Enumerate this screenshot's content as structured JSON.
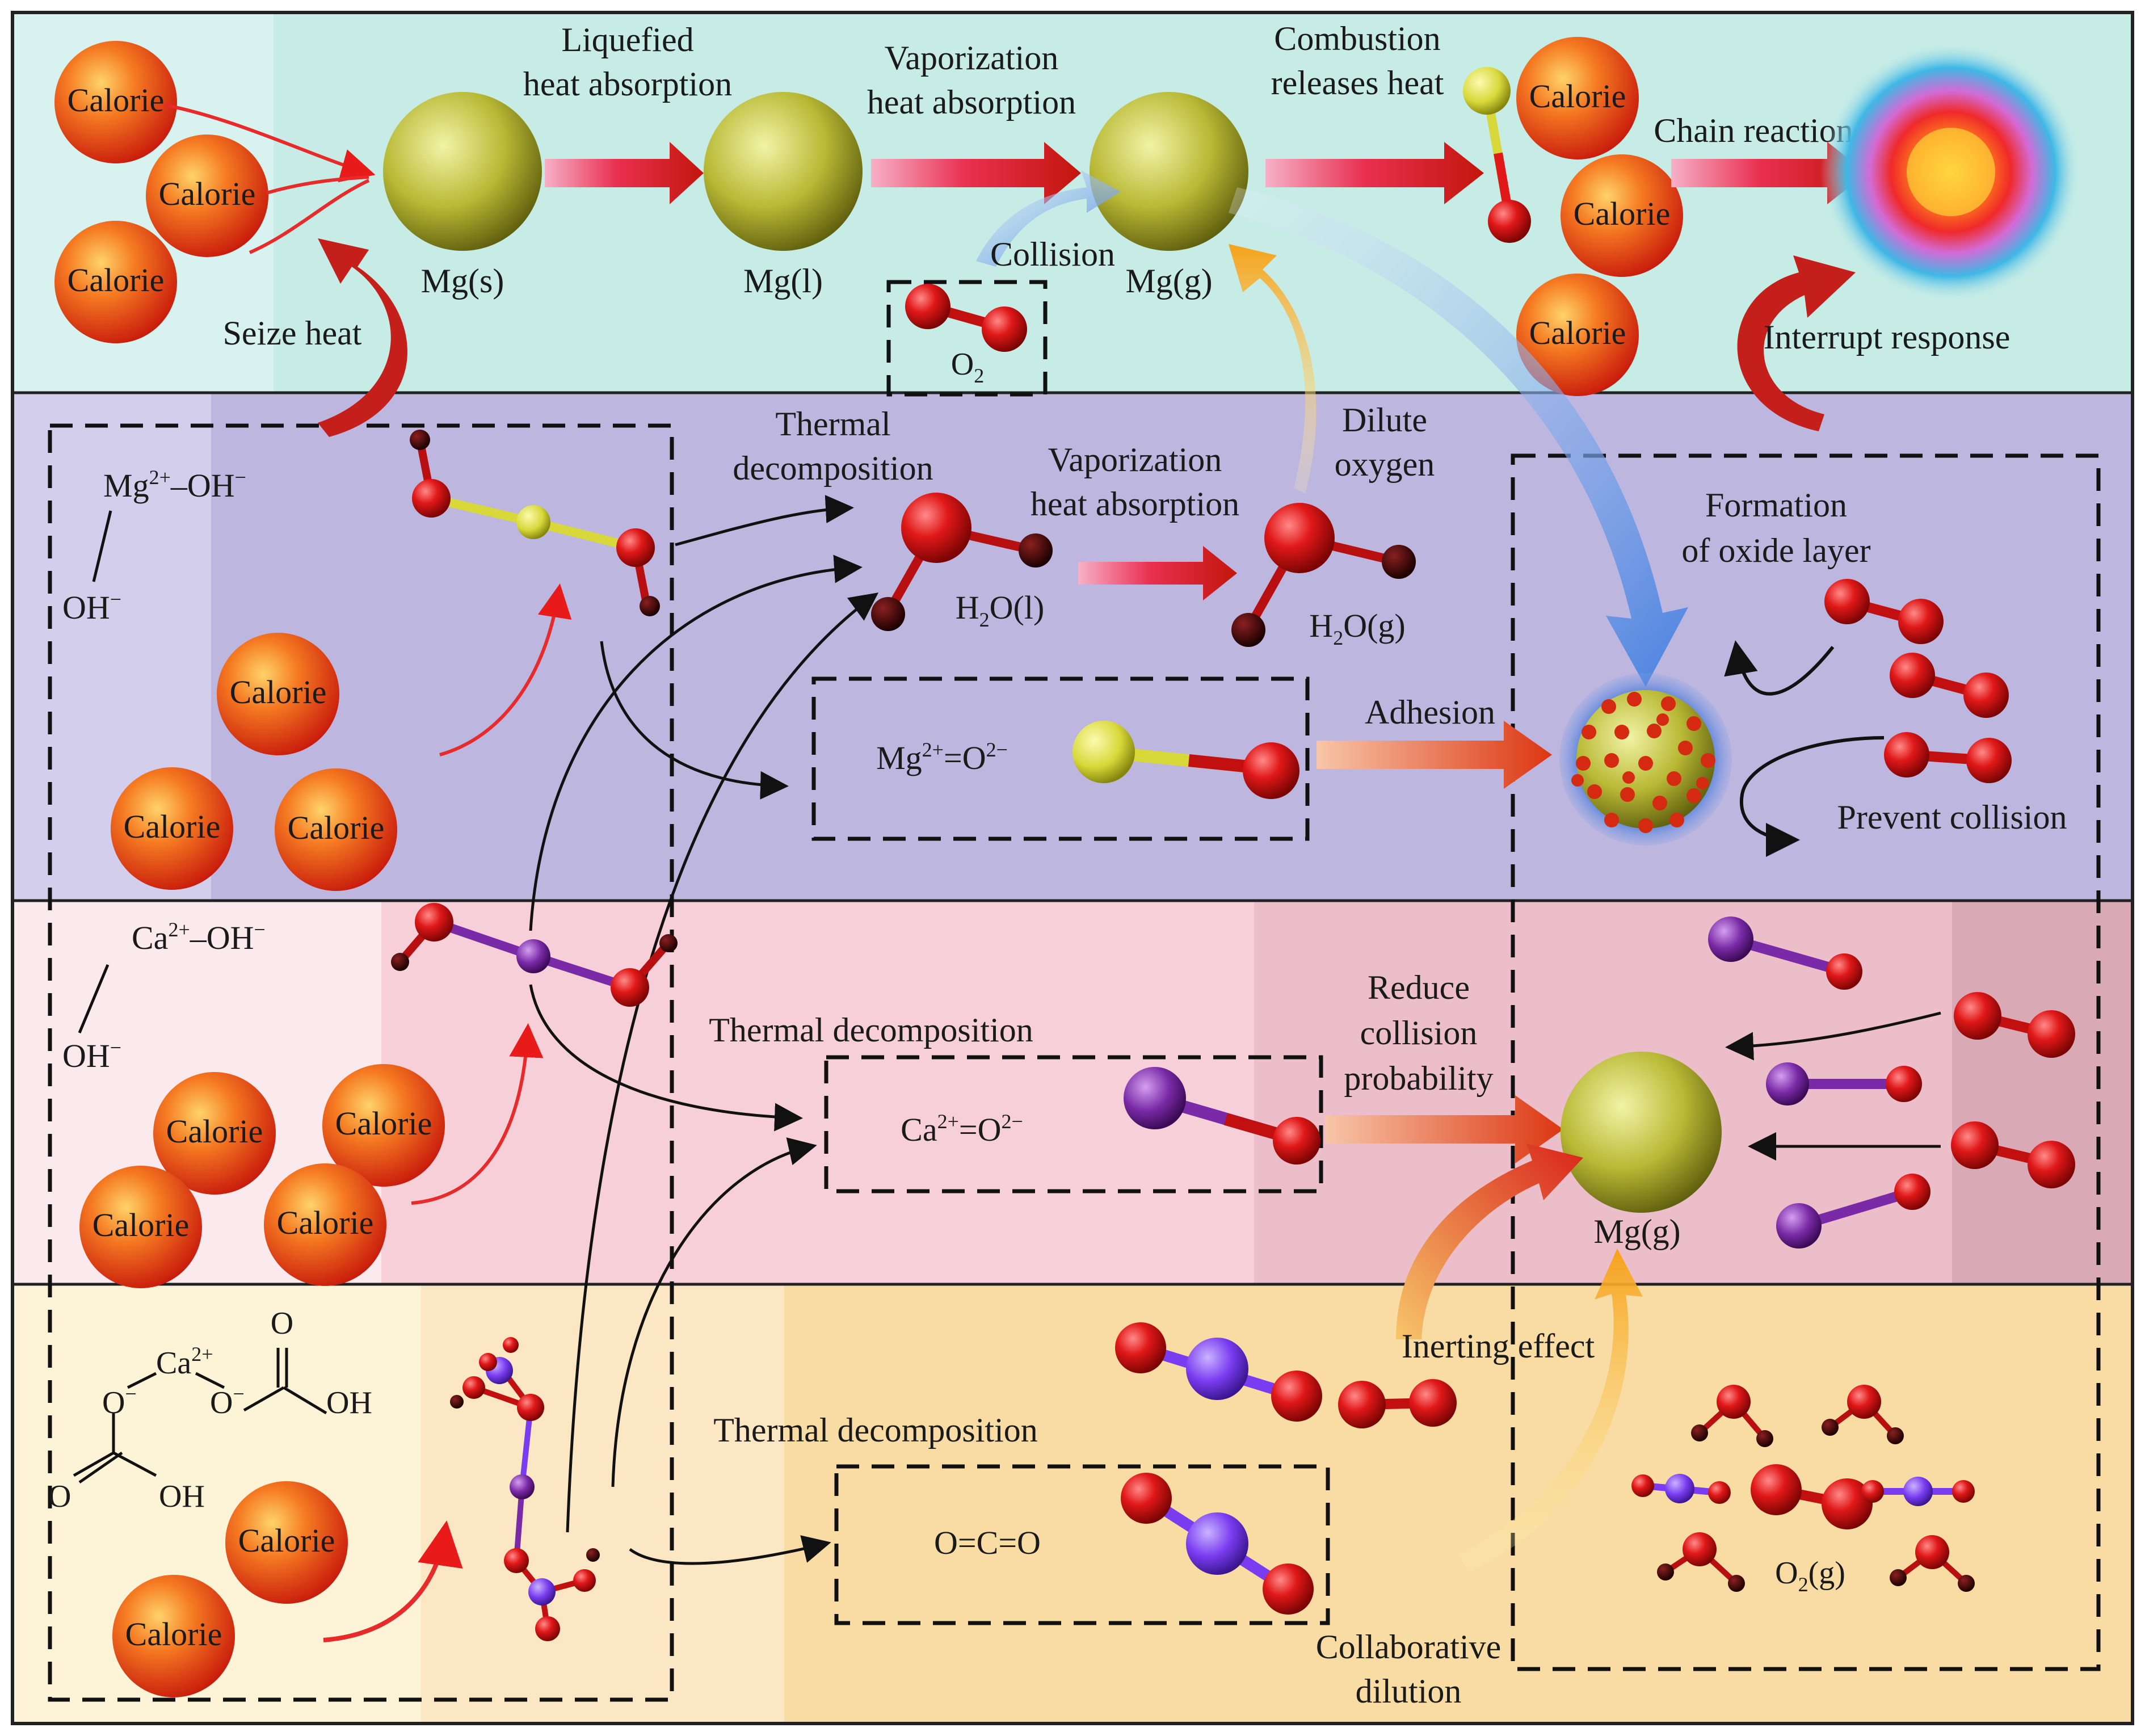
{
  "colors": {
    "band_top": "#c7ece6",
    "band_mg_oh": "#bdb6df",
    "band_ca_oh": "#f6cfd8",
    "band_caco": "#f9dca4",
    "calorie": "#e8331b",
    "mg_sphere": "#b7b83a",
    "oxygen_atom": "#d41616",
    "magnesium_atom": "#d8d83a",
    "calcium_atom": "#7a2aa6",
    "carbon_atom": "#7a3cf0"
  },
  "calorie_label": "Calorie",
  "top": {
    "mg_s": "Mg(s)",
    "mg_l": "Mg(l)",
    "mg_g": "Mg(g)",
    "liquefied_1": "Liquefied",
    "liquefied_2": "heat absorption",
    "vaporization_1": "Vaporization",
    "vaporization_2": "heat absorption",
    "combustion_1": "Combustion",
    "combustion_2": "releases heat",
    "chain_reaction": "Chain reaction",
    "collision": "Collision",
    "o2": "O",
    "o2_sub": "2",
    "seize_heat": "Seize heat",
    "interrupt_response": "Interrupt response"
  },
  "band2": {
    "mg": "Mg",
    "mg_sup": "2+",
    "oh_bond": "–OH",
    "oh_sup": "−",
    "oh2": "OH",
    "oh2_sup": "−",
    "thermal_1": "Thermal",
    "thermal_2": "decomposition",
    "vaporization_1": "Vaporization",
    "vaporization_2": "heat absorption",
    "dilute_1": "Dilute",
    "dilute_2": "oxygen",
    "h2o_l_a": "H",
    "h2o_l_sub": "2",
    "h2o_l_b": "O(l)",
    "h2o_g_a": "H",
    "h2o_g_sub": "2",
    "h2o_g_b": "O(g)",
    "mgo_a": "Mg",
    "mgo_sup1": "2+",
    "mgo_b": "=O",
    "mgo_sup2": "2−",
    "adhesion": "Adhesion",
    "formation_1": "Formation",
    "formation_2": "of oxide layer",
    "prevent_collision": "Prevent collision"
  },
  "band3": {
    "ca": "Ca",
    "ca_sup": "2+",
    "oh_bond": "–OH",
    "oh_sup": "−",
    "oh2": "OH",
    "oh2_sup": "−",
    "thermal": "Thermal decomposition",
    "cao_a": "Ca",
    "cao_sup1": "2+",
    "cao_b": "=O",
    "cao_sup2": "2−",
    "reduce_1": "Reduce",
    "reduce_2": "collision",
    "reduce_3": "probability",
    "mg_g": "Mg(g)"
  },
  "band4": {
    "ca": "Ca",
    "ca_sup": "2+",
    "o_top": "O",
    "o_minus_left": "O",
    "o_minus_left_sup": "−",
    "o_minus_right": "O",
    "o_minus_right_sup": "−",
    "oh_right": "OH",
    "o_left": "O",
    "oh_left": "OH",
    "thermal": "Thermal decomposition",
    "co2": "O=C=O",
    "inerting": "Inerting effect",
    "collaborative_1": "Collaborative",
    "collaborative_2": "dilution",
    "o2g_a": "O",
    "o2g_sub": "2",
    "o2g_b": "(g)"
  }
}
